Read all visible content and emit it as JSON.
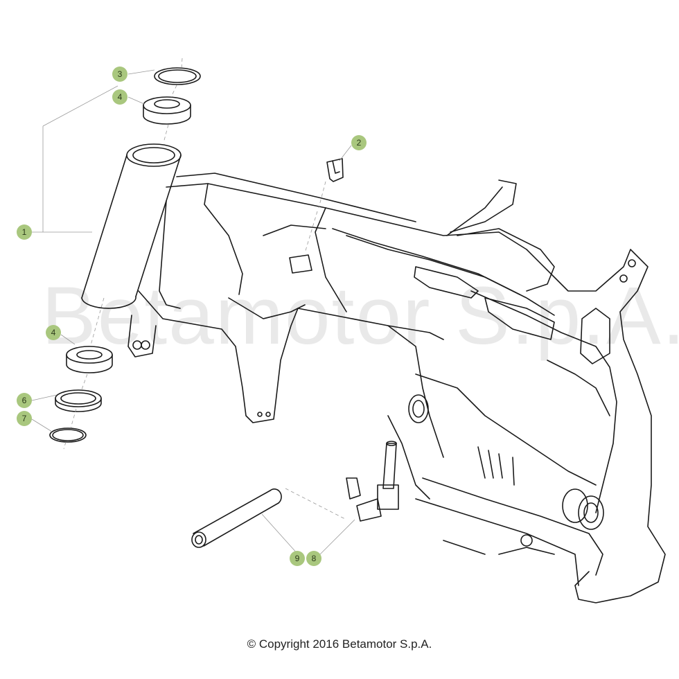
{
  "watermark": "Betamotor S.p.A.",
  "copyright": "© Copyright 2016 Betamotor S.p.A.",
  "callout_color": "#a9c77e",
  "callouts": [
    {
      "label": "1"
    },
    {
      "label": "2"
    },
    {
      "label": "3"
    },
    {
      "label": "4"
    },
    {
      "label": "4"
    },
    {
      "label": "6"
    },
    {
      "label": "7"
    },
    {
      "label": "9"
    },
    {
      "label": "8"
    }
  ]
}
